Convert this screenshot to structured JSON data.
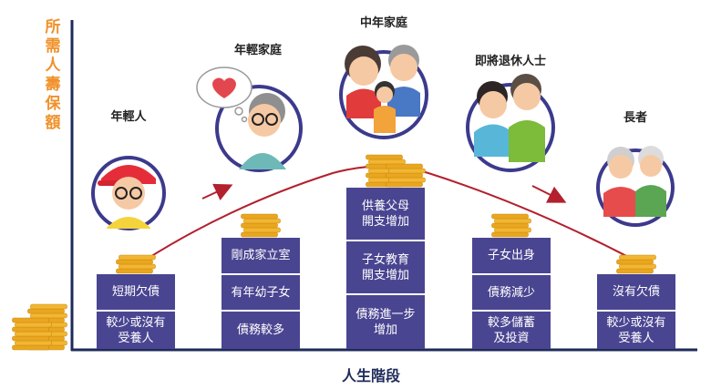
{
  "y_axis_label": "所需人壽保額",
  "x_axis_label": "人生階段",
  "colors": {
    "accent_orange": "#f0912b",
    "box_purple": "#4a4591",
    "circle_border": "#3c3a8c",
    "curve_red": "#b3202e",
    "axis_navy": "#1e2a5a",
    "coin_gold": "#f2b632"
  },
  "stages": [
    {
      "label": "年輕人",
      "needs": [
        "短期欠債",
        "較少或沒有\n受養人"
      ],
      "coin_level": 2
    },
    {
      "label": "年輕家庭",
      "needs": [
        "剛成家立室",
        "有年幼子女",
        "債務較多"
      ],
      "coin_level": 3
    },
    {
      "label": "中年家庭",
      "needs": [
        "供養父母\n開支增加",
        "子女教育\n開支增加",
        "債務進一步\n增加"
      ],
      "coin_level": 5
    },
    {
      "label": "即將退休人士",
      "needs": [
        "子女出身",
        "債務減少",
        "較多儲蓄\n及投資"
      ],
      "coin_level": 3
    },
    {
      "label": "長者",
      "needs": [
        "沒有欠債",
        "較少或沒有\n受養人"
      ],
      "coin_level": 2
    }
  ]
}
